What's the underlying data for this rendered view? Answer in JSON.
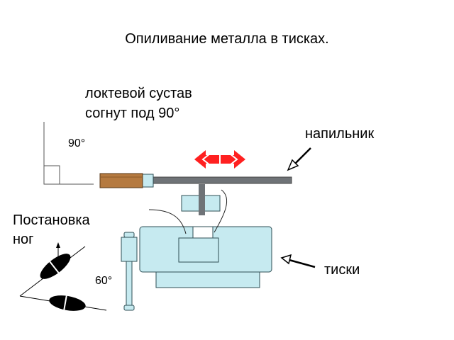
{
  "title": "Опиливание металла в тисках.",
  "elbow_note": {
    "line1": "локтевой сустав",
    "line2": "согнут под 90°"
  },
  "angle_elbow": "90°",
  "file_label": "напильник",
  "stance_label": {
    "line1": "Постановка",
    "line2": "ног"
  },
  "angle_feet": "60°",
  "vise_label": "тиски",
  "colors": {
    "vise_fill": "#c6eaf0",
    "vise_stroke": "#2f4f55",
    "file_bar": "#6f7377",
    "handle_wood": "#b57a40",
    "motion_arrow": "#ff2020",
    "shoe": "#000000"
  }
}
